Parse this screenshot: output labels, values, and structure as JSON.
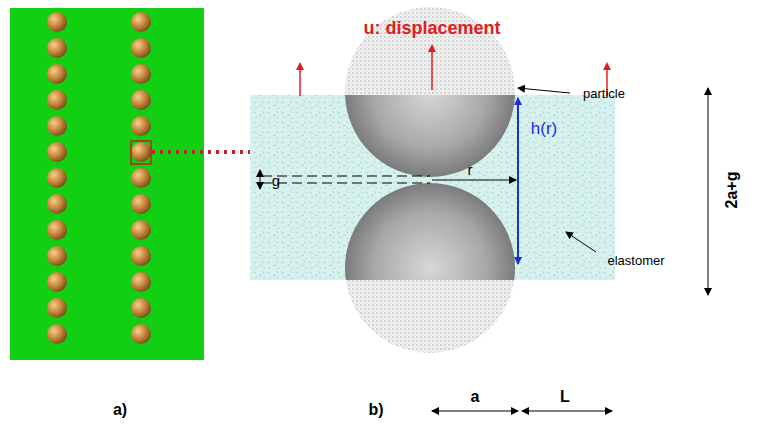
{
  "diagram": {
    "labels": [
      "u: displacement",
      "particle",
      "g",
      "r",
      "h(r)",
      "elastomer",
      "2a+g",
      "a)",
      "b)",
      "a",
      "L"
    ]
  }
}
